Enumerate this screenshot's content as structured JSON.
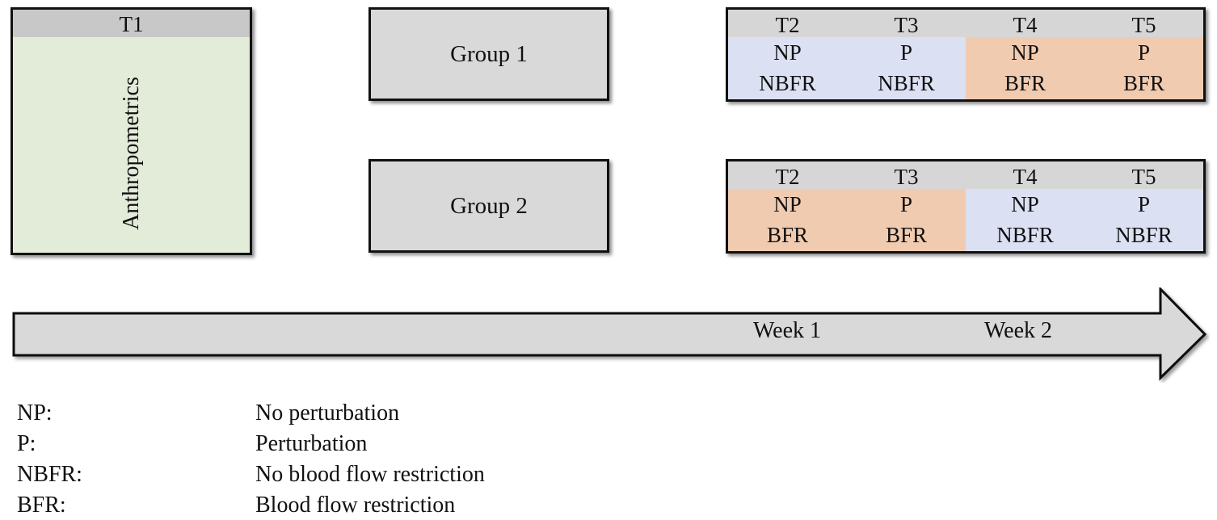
{
  "t1": {
    "label": "T1",
    "content": "Anthropometrics"
  },
  "groups": [
    {
      "label": "Group 1",
      "sessions": [
        {
          "time": "T2",
          "perturb": "NP",
          "bfr": "NBFR",
          "color": "#dbe0f3"
        },
        {
          "time": "T3",
          "perturb": "P",
          "bfr": "NBFR",
          "color": "#dbe0f3"
        },
        {
          "time": "T4",
          "perturb": "NP",
          "bfr": "BFR",
          "color": "#f1cbb0"
        },
        {
          "time": "T5",
          "perturb": "P",
          "bfr": "BFR",
          "color": "#f1cbb0"
        }
      ]
    },
    {
      "label": "Group 2",
      "sessions": [
        {
          "time": "T2",
          "perturb": "NP",
          "bfr": "BFR",
          "color": "#f1cbb0"
        },
        {
          "time": "T3",
          "perturb": "P",
          "bfr": "BFR",
          "color": "#f1cbb0"
        },
        {
          "time": "T4",
          "perturb": "NP",
          "bfr": "NBFR",
          "color": "#dbe0f3"
        },
        {
          "time": "T5",
          "perturb": "P",
          "bfr": "NBFR",
          "color": "#dbe0f3"
        }
      ]
    }
  ],
  "timeline": {
    "week1": "Week 1",
    "week2": "Week 2"
  },
  "legend": [
    {
      "abbr": "NP:",
      "definition": "No perturbation"
    },
    {
      "abbr": "P:",
      "definition": "Perturbation"
    },
    {
      "abbr": "NBFR:",
      "definition": "No blood flow restriction"
    },
    {
      "abbr": "BFR:",
      "definition": "Blood flow restriction"
    }
  ],
  "colors": {
    "t1_fill": "#e3ecd9",
    "group_fill": "#d9d9d9",
    "nbfr": "#dbe0f3",
    "bfr": "#f1cbb0"
  }
}
